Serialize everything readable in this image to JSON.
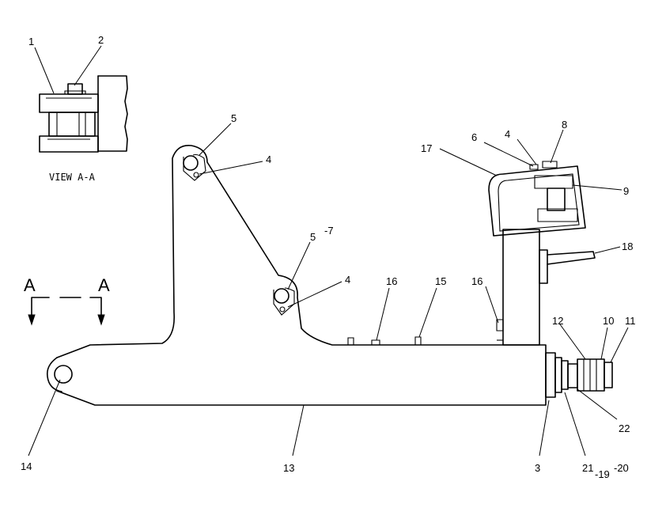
{
  "view_label": "VIEW  A-A",
  "section_marks": [
    "A",
    "A"
  ],
  "callouts": [
    {
      "id": "c1",
      "text": "1"
    },
    {
      "id": "c2",
      "text": "2"
    },
    {
      "id": "c5a",
      "text": "5"
    },
    {
      "id": "c4a",
      "text": "4"
    },
    {
      "id": "c5b",
      "text": "5"
    },
    {
      "id": "c7",
      "text": "-7"
    },
    {
      "id": "c4b",
      "text": "4"
    },
    {
      "id": "c16a",
      "text": "16"
    },
    {
      "id": "c15",
      "text": "15"
    },
    {
      "id": "c16b",
      "text": "16"
    },
    {
      "id": "c17",
      "text": "17"
    },
    {
      "id": "c6",
      "text": "6"
    },
    {
      "id": "c4c",
      "text": "4"
    },
    {
      "id": "c8",
      "text": "8"
    },
    {
      "id": "c9",
      "text": "9"
    },
    {
      "id": "c18",
      "text": "18"
    },
    {
      "id": "c12",
      "text": "12"
    },
    {
      "id": "c10",
      "text": "10"
    },
    {
      "id": "c11",
      "text": "11"
    },
    {
      "id": "c22",
      "text": "22"
    },
    {
      "id": "c14",
      "text": "14"
    },
    {
      "id": "c13",
      "text": "13"
    },
    {
      "id": "c3",
      "text": "3"
    },
    {
      "id": "c21",
      "text": "21"
    },
    {
      "id": "c19",
      "text": "-19"
    },
    {
      "id": "c20",
      "text": "-20"
    }
  ]
}
